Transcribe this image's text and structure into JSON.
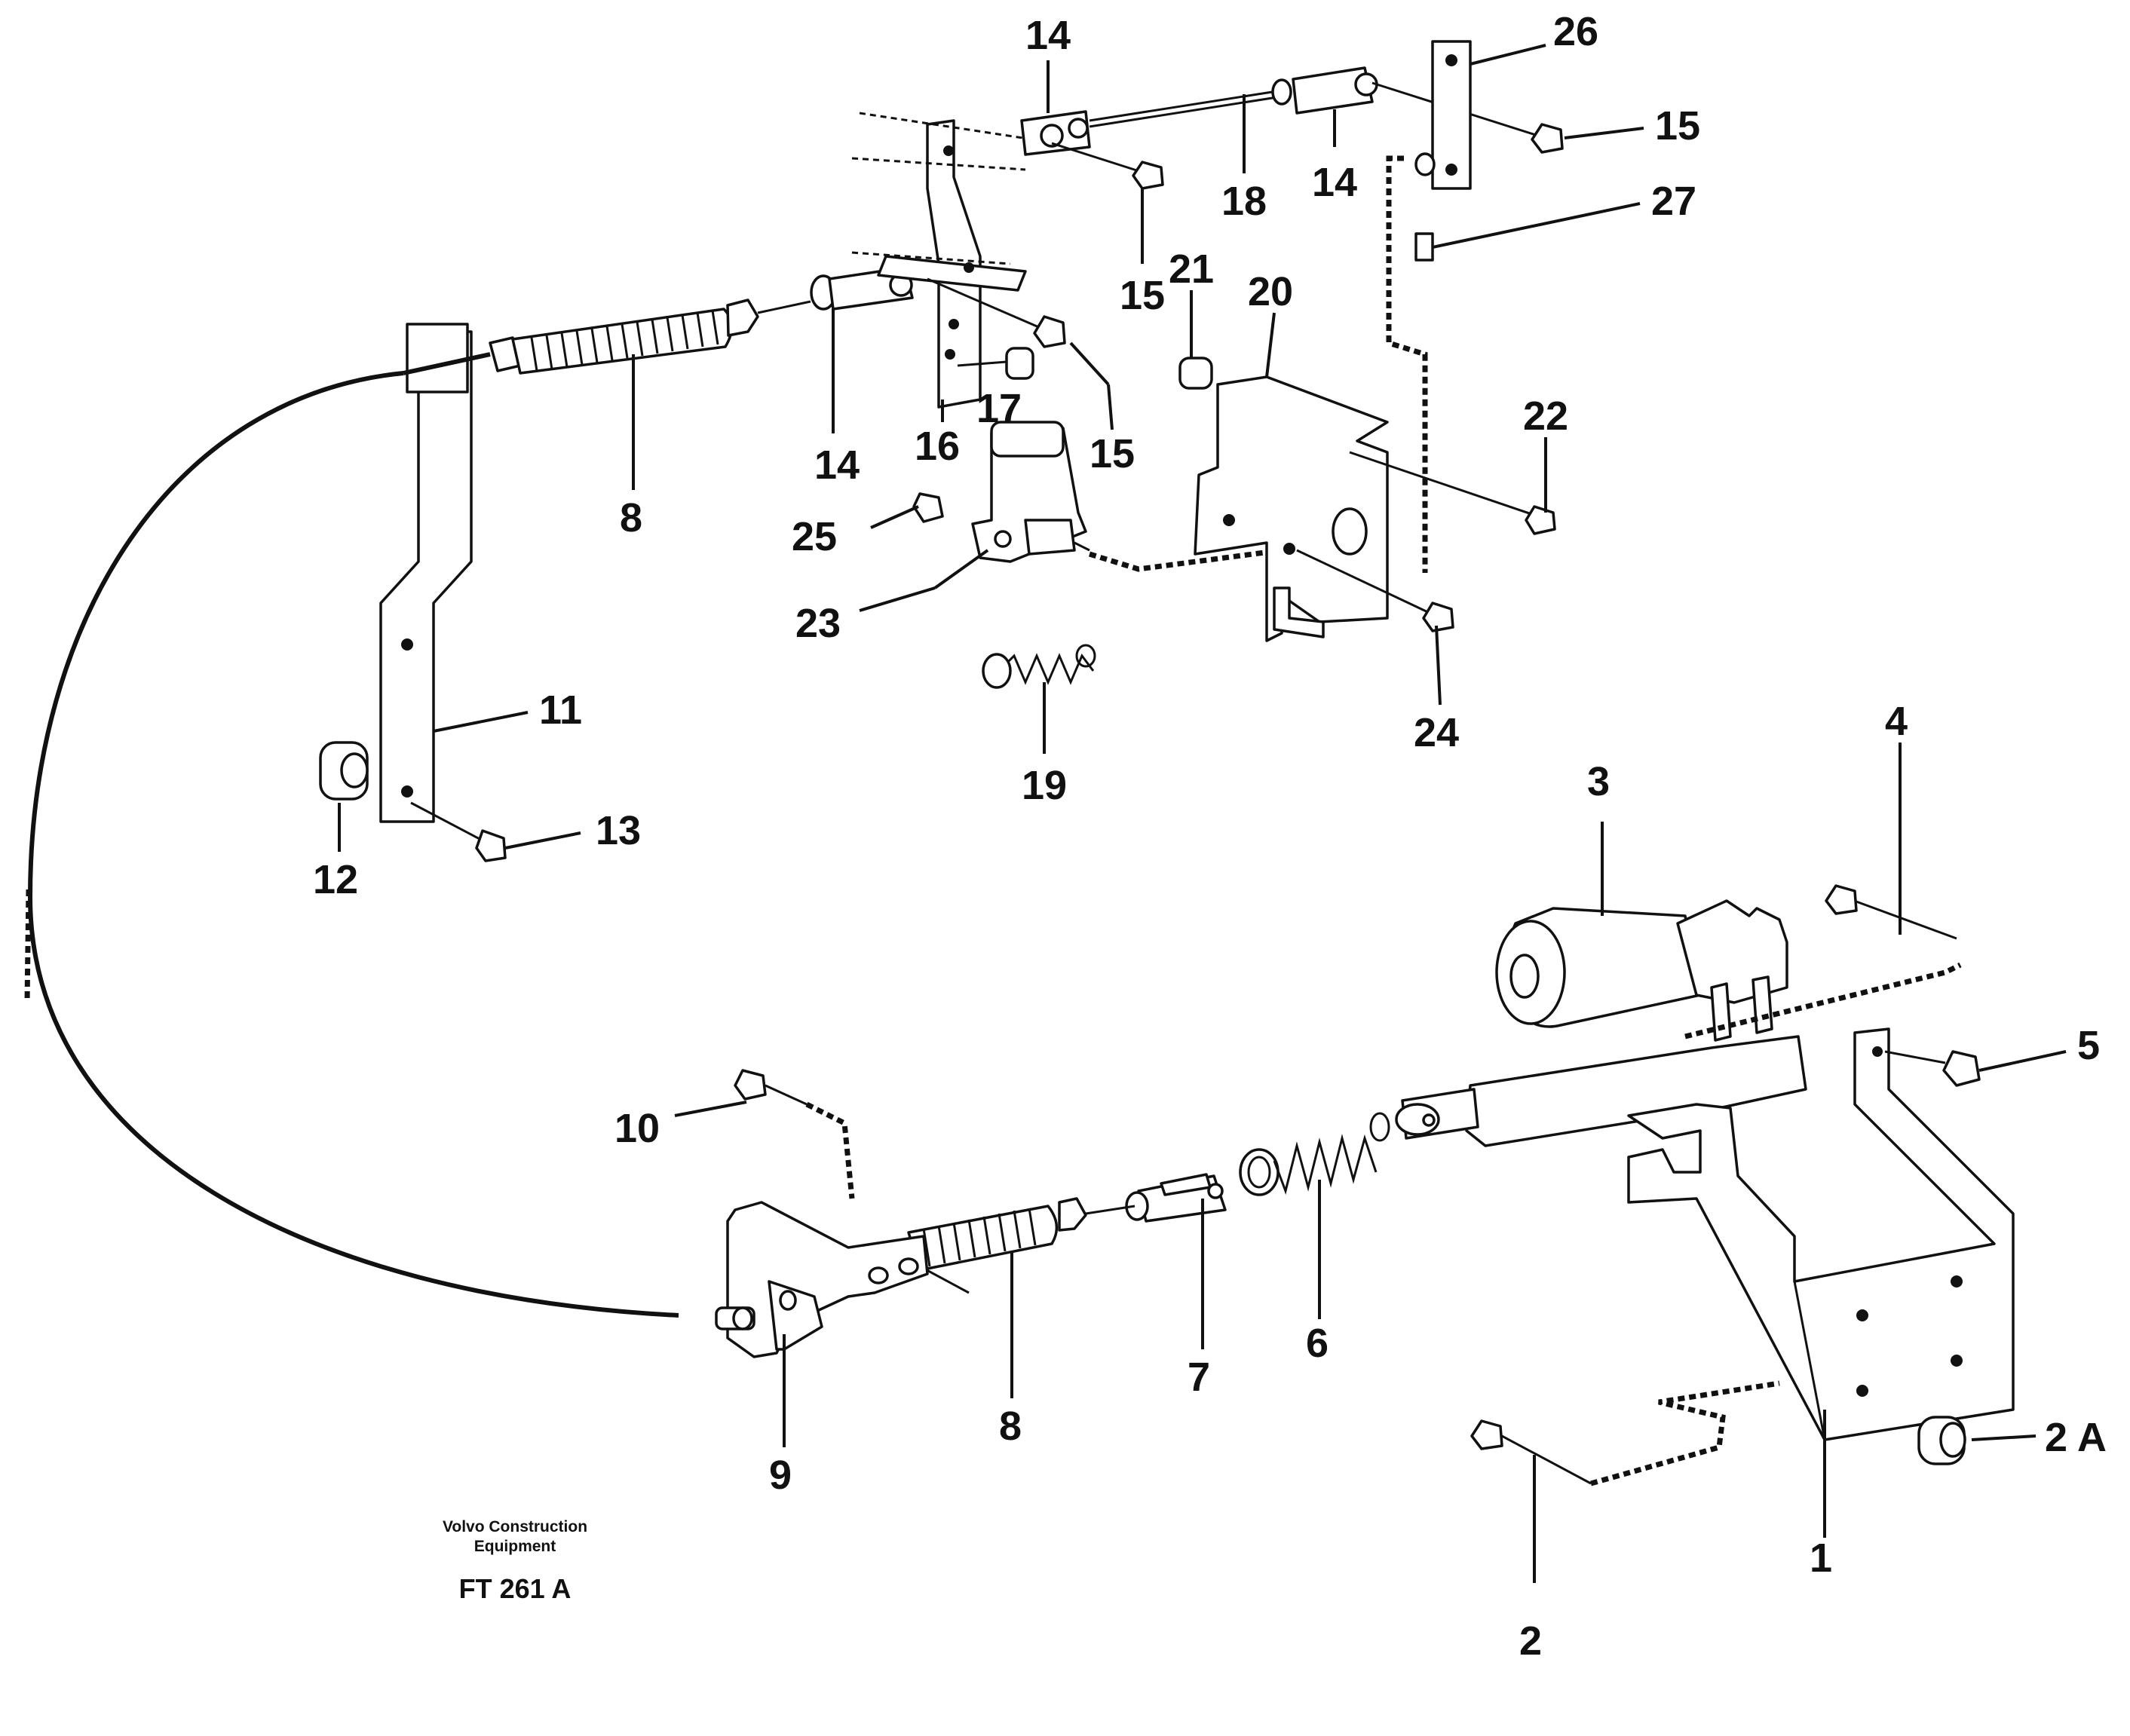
{
  "callouts": {
    "c1": "1",
    "c2": "2",
    "c2a": "2 A",
    "c3": "3",
    "c4": "4",
    "c5": "5",
    "c6": "6",
    "c7": "7",
    "c8a": "8",
    "c8b": "8",
    "c9": "9",
    "c10": "10",
    "c11": "11",
    "c12": "12",
    "c13": "13",
    "c14a": "14",
    "c14b": "14",
    "c14c": "14",
    "c15a": "15",
    "c15b": "15",
    "c15c": "15",
    "c16": "16",
    "c17": "17",
    "c18": "18",
    "c19": "19",
    "c20": "20",
    "c21": "21",
    "c22": "22",
    "c23": "23",
    "c24": "24",
    "c25": "25",
    "c26": "26",
    "c27": "27"
  },
  "footer": {
    "company_line1": "Volvo Construction",
    "company_line2": "Equipment",
    "figure_code": "FT 261 A"
  }
}
